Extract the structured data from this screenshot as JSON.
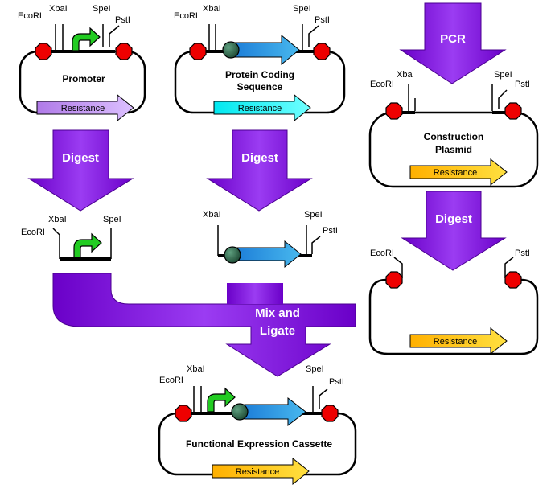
{
  "colors": {
    "purple": "#8a2be2",
    "purple_dark": "#6a00c8",
    "site_red": "#ee0000",
    "promoter_green": "#22cc22",
    "rbs_green": "#2f6f4f",
    "cds_blue": "#3aa0e0",
    "res_lavender": "#c59cf0",
    "res_cyan": "#22ffff",
    "res_yellow": "#ffcc00"
  },
  "sites": {
    "ecori": "EcoRI",
    "xbal": "XbaI",
    "xba": "Xba",
    "spel": "SpeI",
    "pstl": "PstI"
  },
  "parts": {
    "promoter_label": "Promoter",
    "cds_label_1": "Protein Coding",
    "cds_label_2": "Sequence",
    "construction_label_1": "Construction",
    "construction_label_2": "Plasmid",
    "final_label": "Functional Expression Cassette",
    "resistance": "Resistance"
  },
  "steps": {
    "digest": "Digest",
    "pcr": "PCR",
    "mix_1": "Mix and",
    "mix_2": "Ligate"
  }
}
